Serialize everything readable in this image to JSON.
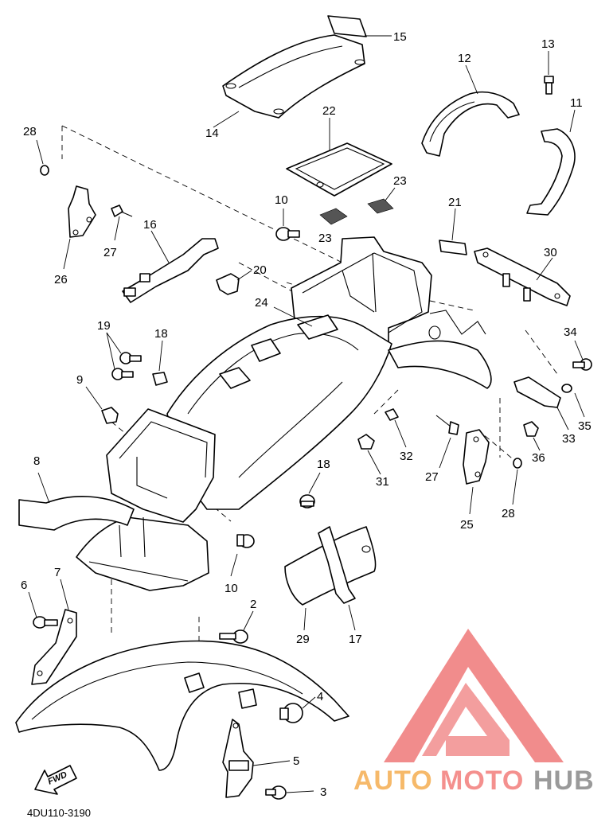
{
  "diagram_code": "4DU110-3190",
  "direction_label": "FWD",
  "watermark": {
    "part1": "AUTO",
    "part2": "MOTO",
    "part3": "HUB",
    "colors": {
      "auto": "#f6b96a",
      "moto": "#f4908e",
      "hub": "#9a9a9a",
      "logo": "#f08080"
    }
  },
  "callouts": {
    "c15": "15",
    "c14": "14",
    "c12": "12",
    "c13": "13",
    "c11": "11",
    "c22": "22",
    "c23a": "23",
    "c23b": "23",
    "c21": "21",
    "c30": "30",
    "c28a": "28",
    "c26": "26",
    "c27a": "27",
    "c16": "16",
    "c10a": "10",
    "c20": "20",
    "c24": "24",
    "c19": "19",
    "c18a": "18",
    "c9": "9",
    "c34": "34",
    "c35": "35",
    "c33": "33",
    "c36": "36",
    "c32": "32",
    "c31": "31",
    "c27b": "27",
    "c25": "25",
    "c28b": "28",
    "c18b": "18",
    "c8": "8",
    "c10b": "10",
    "c2": "2",
    "c6": "6",
    "c7": "7",
    "c29": "29",
    "c17": "17",
    "c4": "4",
    "c5": "5",
    "c3": "3"
  }
}
